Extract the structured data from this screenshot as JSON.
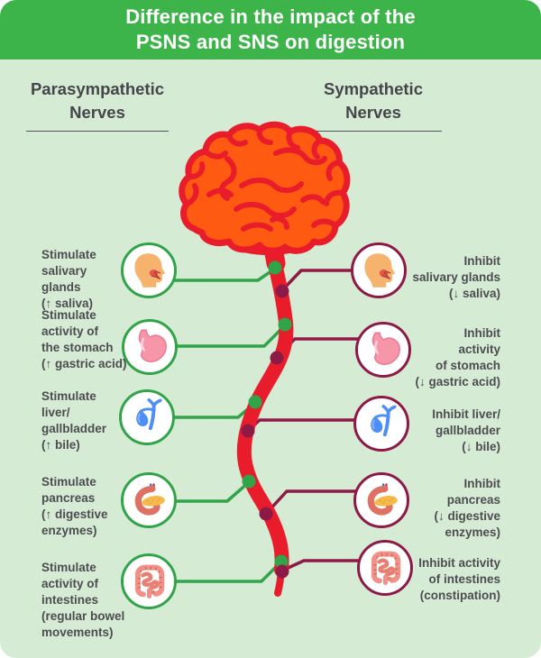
{
  "title": {
    "line1": "Difference in the impact of the",
    "line2": "PSNS and SNS on digestion"
  },
  "left_column": {
    "heading": "Parasympathetic\nNerves",
    "items": [
      {
        "label": "Stimulate\nsalivary\nglands\n(↑ saliva)",
        "icon": "salivary-glands-icon"
      },
      {
        "label": "Stimulate\nactivity of\nthe stomach\n(↑ gastric acid)",
        "icon": "stomach-icon"
      },
      {
        "label": "Stimulate\nliver/\ngallbladder\n(↑ bile)",
        "icon": "liver-gallbladder-icon"
      },
      {
        "label": "Stimulate\npancreas\n(↑ digestive\nenzymes)",
        "icon": "pancreas-icon"
      },
      {
        "label": "Stimulate\nactivity of\nintestines\n(regular bowel\nmovements)",
        "icon": "intestines-icon"
      }
    ]
  },
  "right_column": {
    "heading": "Sympathetic\nNerves",
    "items": [
      {
        "label": "Inhibit\nsalivary glands\n(↓ saliva)",
        "icon": "salivary-glands-icon"
      },
      {
        "label": "Inhibit\nactivity\nof stomach\n(↓ gastric acid)",
        "icon": "stomach-icon"
      },
      {
        "label": "Inhibit liver/\ngallbladder\n(↓ bile)",
        "icon": "liver-gallbladder-icon"
      },
      {
        "label": "Inhibit\npancreas\n(↓ digestive\nenzymes)",
        "icon": "pancreas-icon"
      },
      {
        "label": "Inhibit activity\nof intestines\n(constipation)",
        "icon": "intestines-icon"
      }
    ]
  },
  "anatomy": {
    "brain": "brain-icon",
    "spinal_cord": "spinal-cord"
  },
  "colors": {
    "banner_green": "#3cb44a",
    "nerve_green": "#31a44a",
    "nerve_maroon": "#8d1a46",
    "cns_red": "#e81c2a",
    "brain_orange": "#ff5a12",
    "background": "#d6ebd4",
    "text": "#4c4c52"
  }
}
